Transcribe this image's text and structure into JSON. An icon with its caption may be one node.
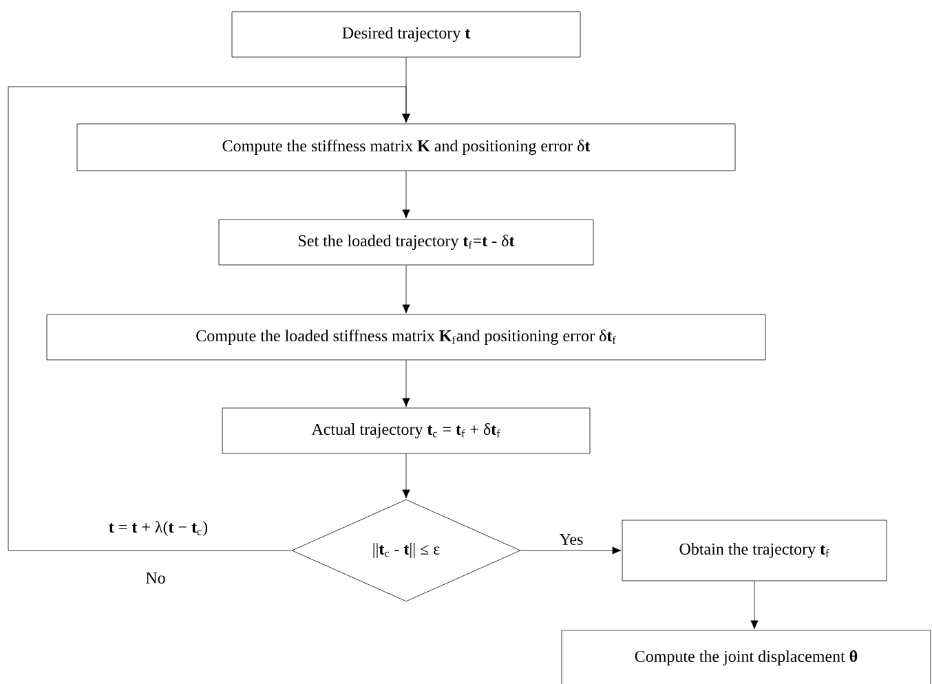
{
  "diagram": {
    "nodes": [
      {
        "text": [
          "Desired trajectory  **t**"
        ]
      },
      {
        "text": [
          "Compute the stiffness matrix **K** and positioning error δ**t**"
        ]
      },
      {
        "text": [
          "Set the loaded trajectory  **t**$_{f}$=**t** - δ**t**"
        ]
      },
      {
        "text": [
          "Compute the loaded stiffness matrix **K**$_{f}$and positioning error δ**t**$_{f}$"
        ]
      },
      {
        "text": [
          "Actual trajectory  **t**$_{c}$ = **t**$_{f}$ + δ**t**$_{f}$"
        ]
      },
      {
        "text": [
          "||**t**$_{c}$ - **t**|| ≤ ε"
        ]
      },
      {
        "text": [
          "Obtain the trajectory **t**$_{f}$"
        ]
      },
      {
        "text": [
          "Compute the joint displacement **θ**"
        ]
      }
    ],
    "edges": [
      {
        "from": 0,
        "to": 1,
        "arrow": "to"
      },
      {
        "from": 1,
        "to": 2,
        "arrow": "to"
      },
      {
        "from": 2,
        "to": 3,
        "arrow": "to"
      },
      {
        "from": 3,
        "to": 4,
        "arrow": "to"
      },
      {
        "from": 4,
        "to": 5,
        "arrow": "to"
      },
      {
        "from": 5,
        "to": 6,
        "label": "Yes",
        "arrow": "to"
      },
      {
        "from": 6,
        "to": 7,
        "arrow": "to"
      },
      {
        "from": 5,
        "to": 1,
        "label": "**t** = **t** + λ(**t** − **t**$_{c}$)",
        "arrow": "to"
      }
    ],
    "labels": [
      "No"
    ]
  }
}
